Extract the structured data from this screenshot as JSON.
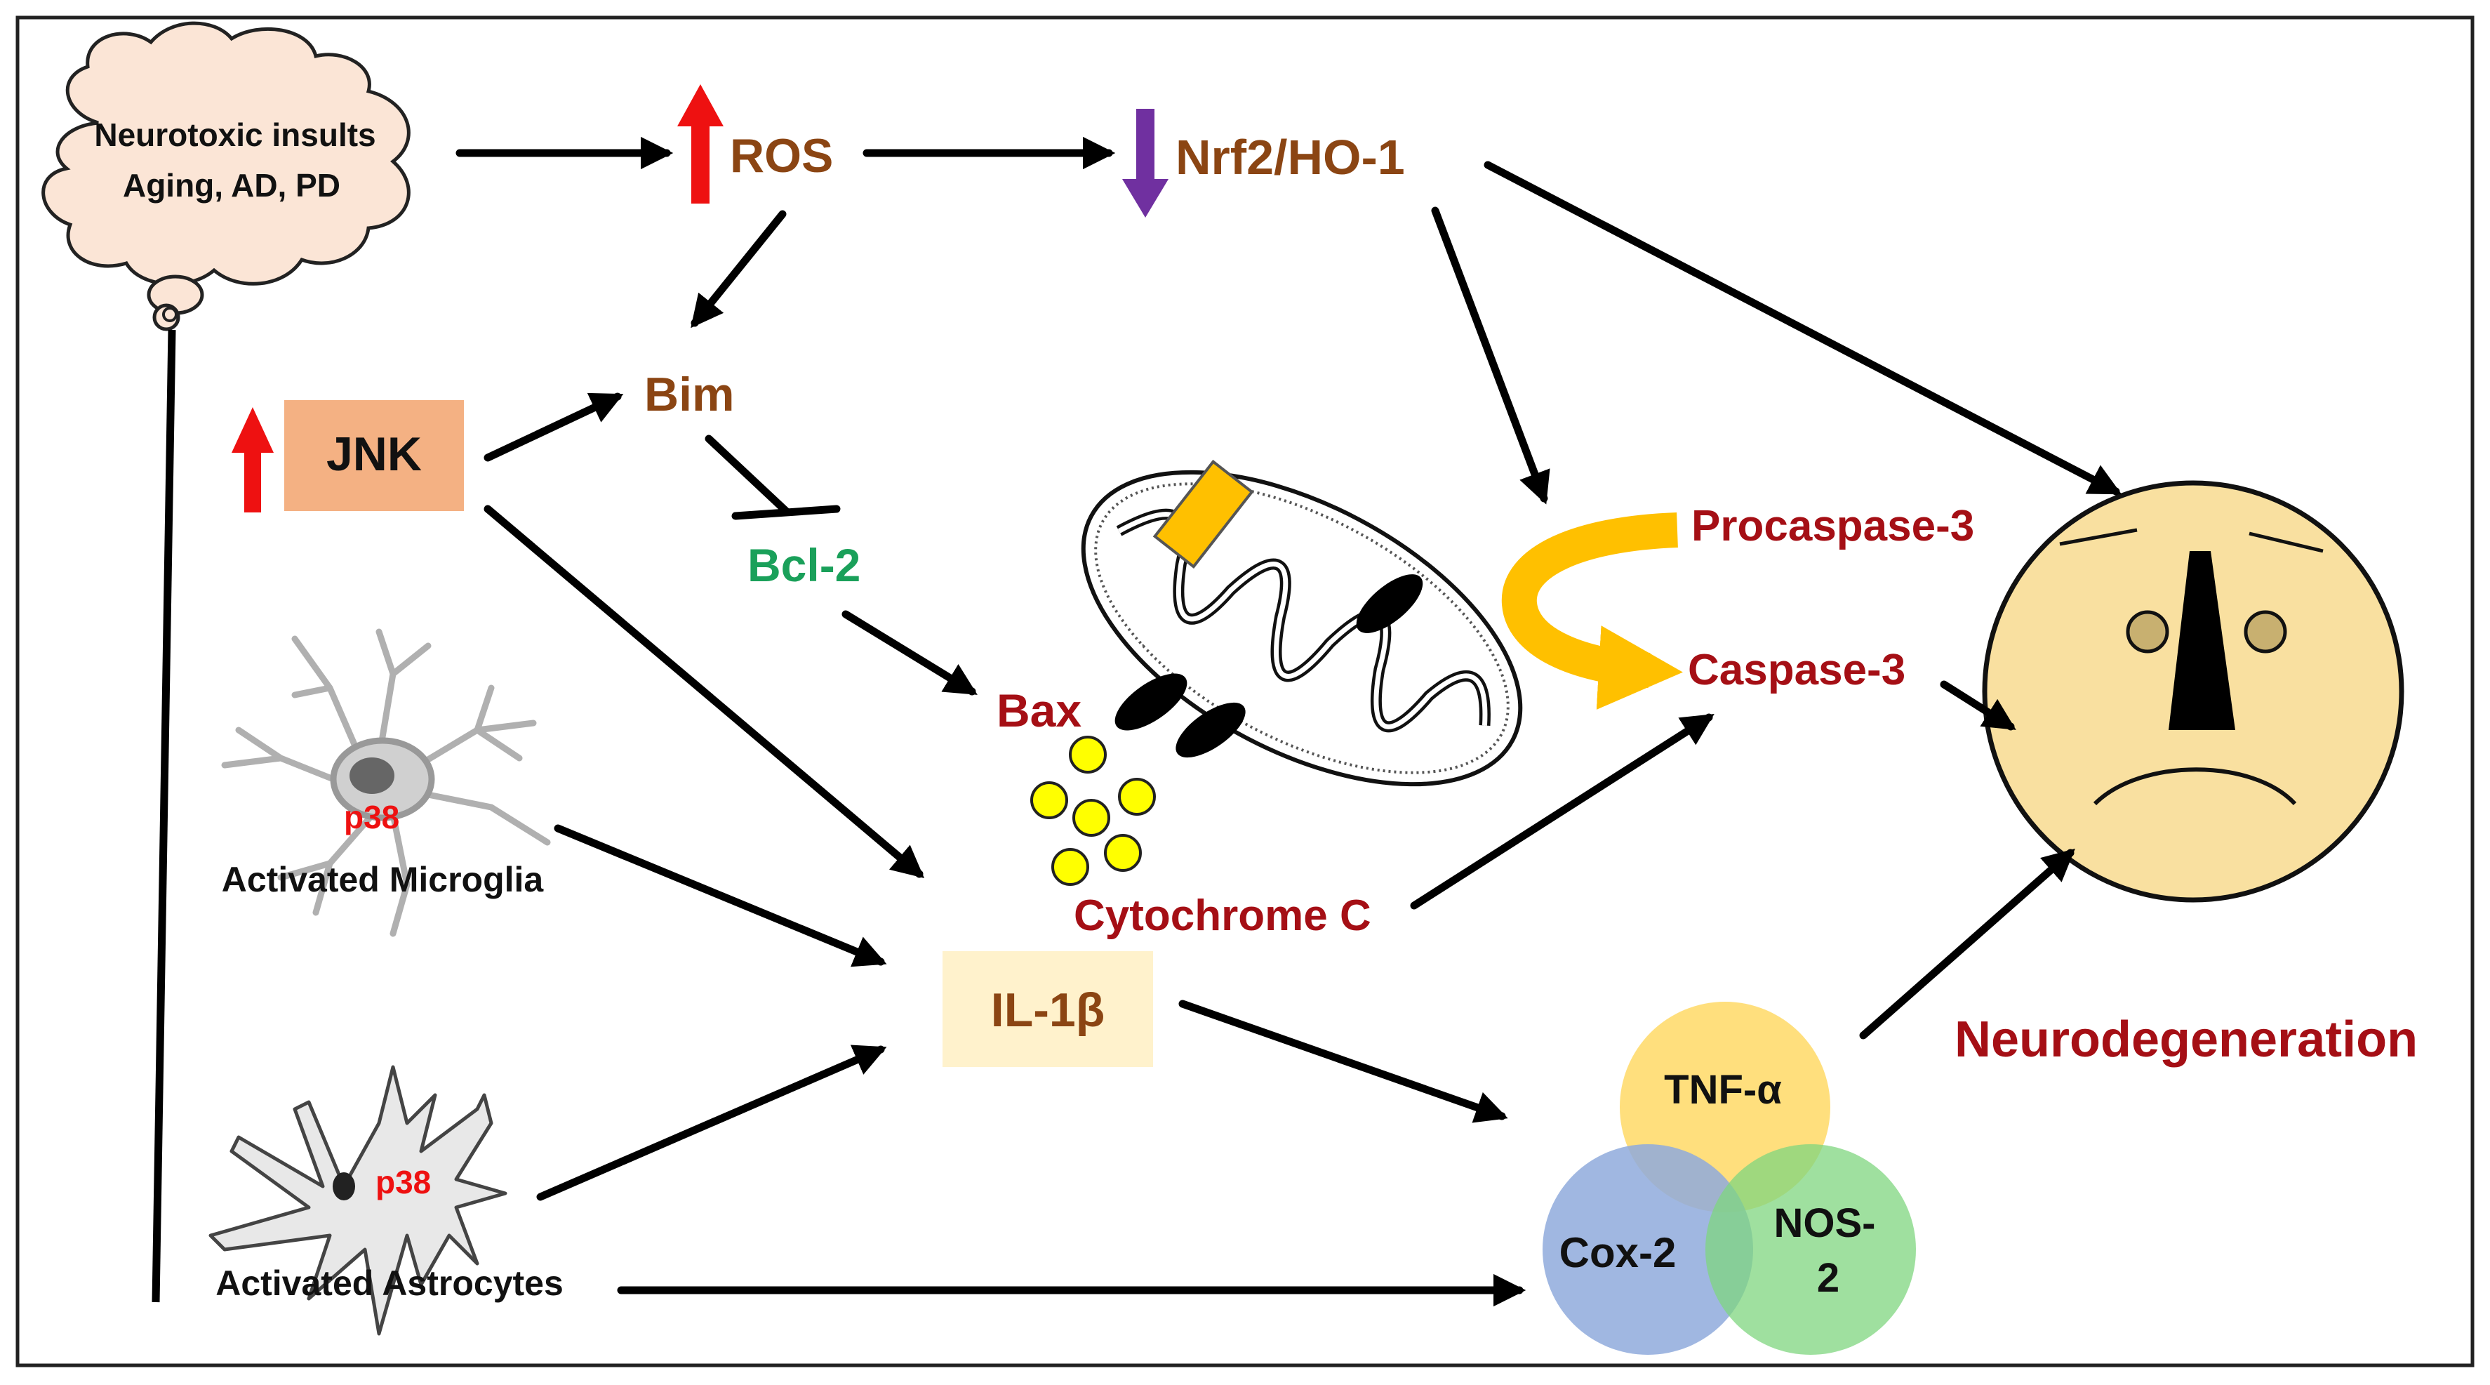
{
  "nodes": {
    "insult_line1": "Neurotoxic insults",
    "insult_line2": "Aging, AD, PD",
    "ros": "ROS",
    "nrf2": "Nrf2/HO-1",
    "jnk": "JNK",
    "bim": "Bim",
    "bcl2": "Bcl-2",
    "bax": "Bax",
    "procaspase3": "Procaspase-3",
    "caspase3": "Caspase-3",
    "cytochrome_c": "Cytochrome C",
    "il1b": "IL-1β",
    "p38_microglia": "p38",
    "microglia": "Activated Microglia",
    "p38_astrocytes": "p38",
    "astrocytes": "Activated Astrocytes",
    "tnf": "TNF-α",
    "cox2": "Cox-2",
    "nos2_line1": "NOS-",
    "nos2_line2": "2",
    "neurodegeneration": "Neurodegeneration"
  },
  "colors": {
    "brown": "#8b4513",
    "dark_red": "#a50f15",
    "green": "#1aa05a",
    "red_arrow": "#ee1111",
    "purple_arrow": "#7030a0",
    "jnk_box": "#f4b183",
    "il1b_box": "#fff2cc",
    "face": "#f9e0a0",
    "tnf": "#ffd966",
    "cox2": "#8faadc",
    "nos2": "#7fd67f",
    "caspase_arrow": "#ffc000",
    "cytochrome_dot": "#ffff00"
  },
  "icons": [
    "cloud-icon",
    "up-arrow-icon",
    "down-arrow-icon",
    "microglia-icon",
    "astrocyte-icon",
    "mitochondrion-icon",
    "sad-face-icon"
  ]
}
